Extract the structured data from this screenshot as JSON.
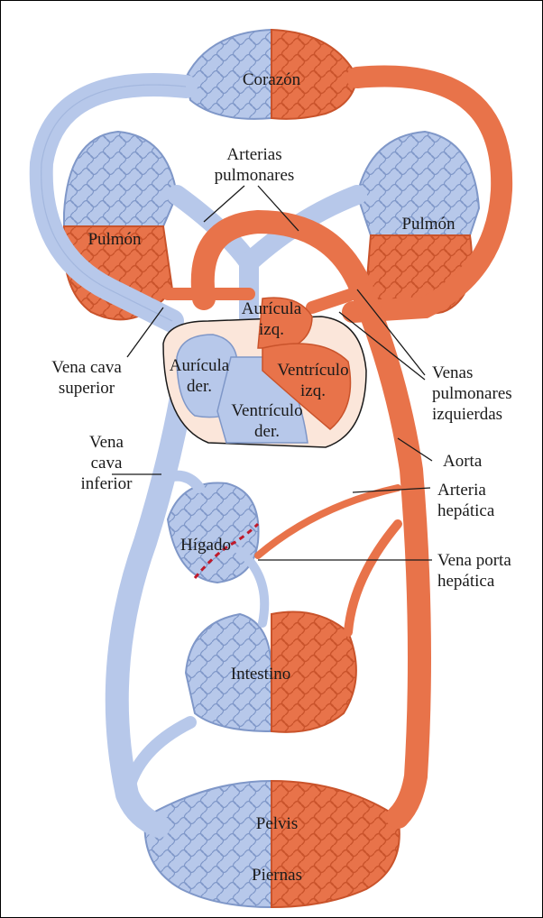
{
  "colors": {
    "venous": "#b7c8ea",
    "venous_stroke": "#7f97c8",
    "arterial": "#e8734a",
    "arterial_stroke": "#c9532b",
    "heart_outline": "#fbe6da",
    "portal_dash": "#c0192a",
    "label": "#1a1a1a"
  },
  "labels": {
    "corazon": "Corazón",
    "arterias_1": "Arterias",
    "arterias_2": "pulmonares",
    "pulmon_left": "Pulmón",
    "pulmon_right": "Pulmón",
    "auricula_izq_1": "Aurícula",
    "auricula_izq_2": "izq.",
    "auricula_der_1": "Aurícula",
    "auricula_der_2": "der.",
    "ventriculo_izq_1": "Ventrículo",
    "ventriculo_izq_2": "izq.",
    "ventriculo_der_1": "Ventrículo",
    "ventriculo_der_2": "der.",
    "vena_cava_sup_1": "Vena cava",
    "vena_cava_sup_2": "superior",
    "venas_pulm_1": "Venas",
    "venas_pulm_2": "pulmonares",
    "venas_pulm_3": "izquierdas",
    "aorta": "Aorta",
    "vena_cava_inf_1": "Vena",
    "vena_cava_inf_2": "cava",
    "vena_cava_inf_3": "inferior",
    "arteria_hep_1": "Arteria",
    "arteria_hep_2": "hepática",
    "higado": "Hígado",
    "vena_porta_1": "Vena porta",
    "vena_porta_2": "hepática",
    "intestino": "Intestino",
    "pelvis": "Pelvis",
    "piernas": "Piernas"
  }
}
